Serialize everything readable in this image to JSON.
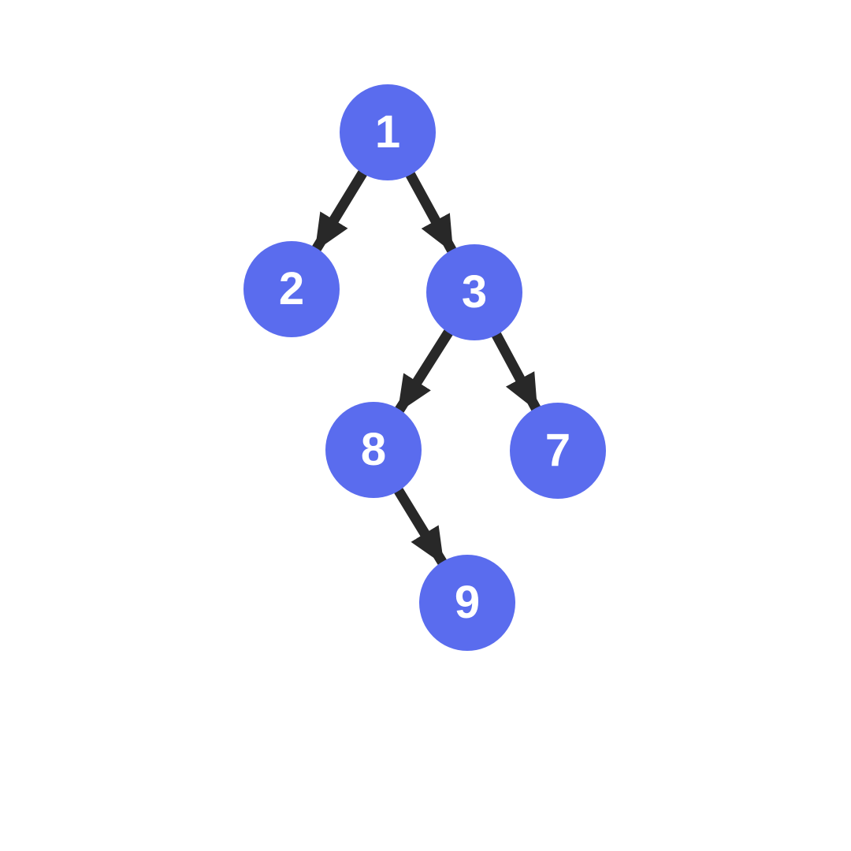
{
  "page": {
    "background_color": "#ffffff"
  },
  "diagram": {
    "type": "binary-tree",
    "node_fill_color": "#5a6cee",
    "node_text_color": "#ffffff",
    "edge_color": "#282828",
    "nodes": [
      {
        "id": "n1",
        "value": "1"
      },
      {
        "id": "n2",
        "value": "2"
      },
      {
        "id": "n3",
        "value": "3"
      },
      {
        "id": "n8",
        "value": "8"
      },
      {
        "id": "n7",
        "value": "7"
      },
      {
        "id": "n9",
        "value": "9"
      }
    ],
    "edges": [
      {
        "from": "1",
        "to": "2",
        "side": "left"
      },
      {
        "from": "1",
        "to": "3",
        "side": "right"
      },
      {
        "from": "3",
        "to": "8",
        "side": "left"
      },
      {
        "from": "3",
        "to": "7",
        "side": "right"
      },
      {
        "from": "8",
        "to": "9",
        "side": "right"
      }
    ]
  }
}
